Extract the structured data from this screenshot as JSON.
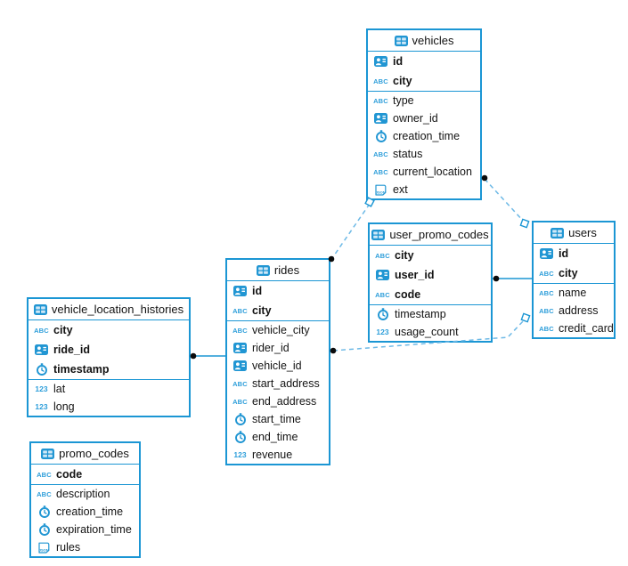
{
  "diagram": {
    "accent_color": "#1b96d4",
    "dashed_line_color": "#6db9e6",
    "connector_dot_color": "#0b0b0b",
    "icons": {
      "table": "table-icon",
      "id": "id-card-icon",
      "text": "abc-icon",
      "time": "clock-icon",
      "number": "123-icon",
      "json": "json-doc-icon"
    },
    "tables": [
      {
        "name": "vehicles",
        "primary_keys": [
          {
            "name": "id",
            "type": "id"
          },
          {
            "name": "city",
            "type": "text"
          }
        ],
        "fields": [
          {
            "name": "type",
            "type": "text"
          },
          {
            "name": "owner_id",
            "type": "id"
          },
          {
            "name": "creation_time",
            "type": "time"
          },
          {
            "name": "status",
            "type": "text"
          },
          {
            "name": "current_location",
            "type": "text"
          },
          {
            "name": "ext",
            "type": "json"
          }
        ]
      },
      {
        "name": "user_promo_codes",
        "primary_keys": [
          {
            "name": "city",
            "type": "text"
          },
          {
            "name": "user_id",
            "type": "id"
          },
          {
            "name": "code",
            "type": "text"
          }
        ],
        "fields": [
          {
            "name": "timestamp",
            "type": "time"
          },
          {
            "name": "usage_count",
            "type": "number"
          }
        ]
      },
      {
        "name": "users",
        "primary_keys": [
          {
            "name": "id",
            "type": "id"
          },
          {
            "name": "city",
            "type": "text"
          }
        ],
        "fields": [
          {
            "name": "name",
            "type": "text"
          },
          {
            "name": "address",
            "type": "text"
          },
          {
            "name": "credit_card",
            "type": "text"
          }
        ]
      },
      {
        "name": "rides",
        "primary_keys": [
          {
            "name": "id",
            "type": "id"
          },
          {
            "name": "city",
            "type": "text"
          }
        ],
        "fields": [
          {
            "name": "vehicle_city",
            "type": "text"
          },
          {
            "name": "rider_id",
            "type": "id"
          },
          {
            "name": "vehicle_id",
            "type": "id"
          },
          {
            "name": "start_address",
            "type": "text"
          },
          {
            "name": "end_address",
            "type": "text"
          },
          {
            "name": "start_time",
            "type": "time"
          },
          {
            "name": "end_time",
            "type": "time"
          },
          {
            "name": "revenue",
            "type": "number"
          }
        ]
      },
      {
        "name": "vehicle_location_histories",
        "primary_keys": [
          {
            "name": "city",
            "type": "text"
          },
          {
            "name": "ride_id",
            "type": "id"
          },
          {
            "name": "timestamp",
            "type": "time"
          }
        ],
        "fields": [
          {
            "name": "lat",
            "type": "number"
          },
          {
            "name": "long",
            "type": "number"
          }
        ]
      },
      {
        "name": "promo_codes",
        "primary_keys": [
          {
            "name": "code",
            "type": "text"
          }
        ],
        "fields": [
          {
            "name": "description",
            "type": "text"
          },
          {
            "name": "creation_time",
            "type": "time"
          },
          {
            "name": "expiration_time",
            "type": "time"
          },
          {
            "name": "rules",
            "type": "json"
          }
        ]
      }
    ],
    "connections": [
      {
        "from": "vehicles",
        "to": "rides",
        "style": "dashed"
      },
      {
        "from": "vehicles",
        "to": "users",
        "style": "dashed"
      },
      {
        "from": "user_promo_codes",
        "to": "users",
        "style": "solid"
      },
      {
        "from": "rides",
        "to": "users",
        "style": "dashed"
      },
      {
        "from": "vehicle_location_histories",
        "to": "rides",
        "style": "solid"
      }
    ]
  }
}
